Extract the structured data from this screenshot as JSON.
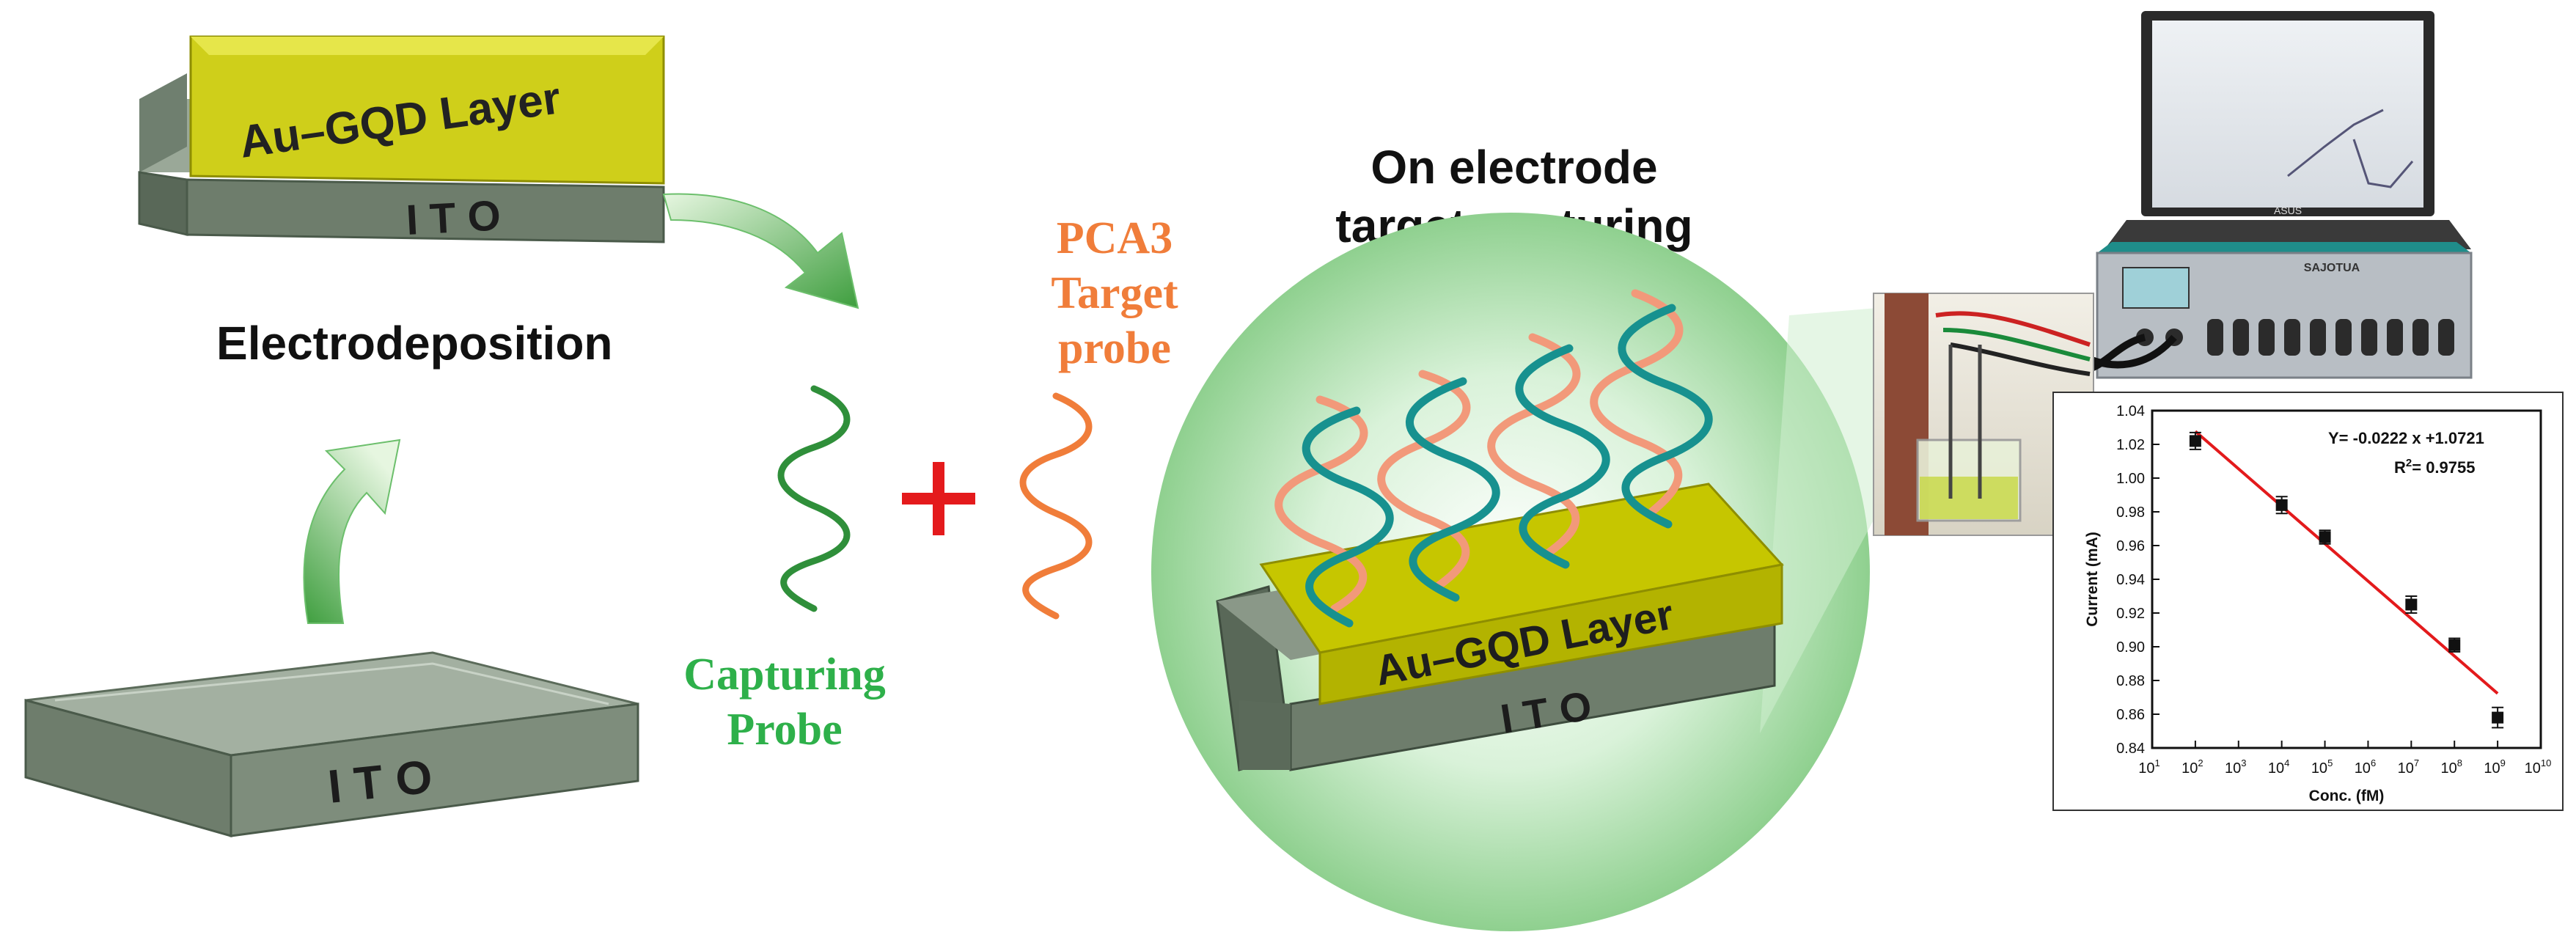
{
  "labels": {
    "top_layer": "Au–GQD Layer",
    "top_substrate": "I T O",
    "electrodeposition": "Electrodeposition",
    "bottom_substrate": "I T O",
    "capturing_probe_line1": "Capturing",
    "capturing_probe_line2": "Probe",
    "plus": "+",
    "target_probe_line1": "PCA3",
    "target_probe_line2": "Target",
    "target_probe_line3": "probe",
    "capture_title_line1": "On electrode",
    "capture_title_line2": "target capturing",
    "capture_layer": "Au–GQD Layer",
    "capture_substrate": "I T O",
    "device_brand": "SAJOTUA",
    "laptop_brand": "ASUS"
  },
  "colors": {
    "ito_gray": "#7a8c79",
    "au_gqd_yellow": "#c6c600",
    "capture_probe_green": "#2f8f3a",
    "target_probe_orange": "#f07d3a",
    "plus_red": "#e41a1c",
    "arrow_green": "#5cb85c",
    "fit_line_red": "#e31a1c"
  },
  "chart_data": {
    "type": "scatter",
    "xlabel": "Conc. (fM)",
    "ylabel": "Current (mA)",
    "x_scale": "log",
    "xlim": [
      10,
      10000000000
    ],
    "ylim": [
      0.84,
      1.04
    ],
    "x_ticks": [
      "10",
      "10",
      "10",
      "10",
      "10",
      "10",
      "10",
      "10",
      "10",
      "10"
    ],
    "x_tick_exponents": [
      "1",
      "2",
      "3",
      "4",
      "5",
      "6",
      "7",
      "8",
      "9",
      "10"
    ],
    "y_ticks": [
      "0.84",
      "0.86",
      "0.88",
      "0.90",
      "0.92",
      "0.94",
      "0.96",
      "0.98",
      "1.00",
      "1.02",
      "1.04"
    ],
    "x": [
      100,
      10000,
      100000,
      10000000,
      100000000,
      1000000000
    ],
    "y": [
      1.022,
      0.984,
      0.965,
      0.925,
      0.901,
      0.858
    ],
    "error": [
      0.005,
      0.005,
      0.004,
      0.005,
      0.004,
      0.006
    ],
    "fit": {
      "slope": -0.0222,
      "intercept": 1.0721
    },
    "equation_text": "Y= -0.0222 x +1.0721",
    "r2_prefix": "R",
    "r2_sup": "2",
    "r2_value": "= 0.9755",
    "grid": false
  }
}
